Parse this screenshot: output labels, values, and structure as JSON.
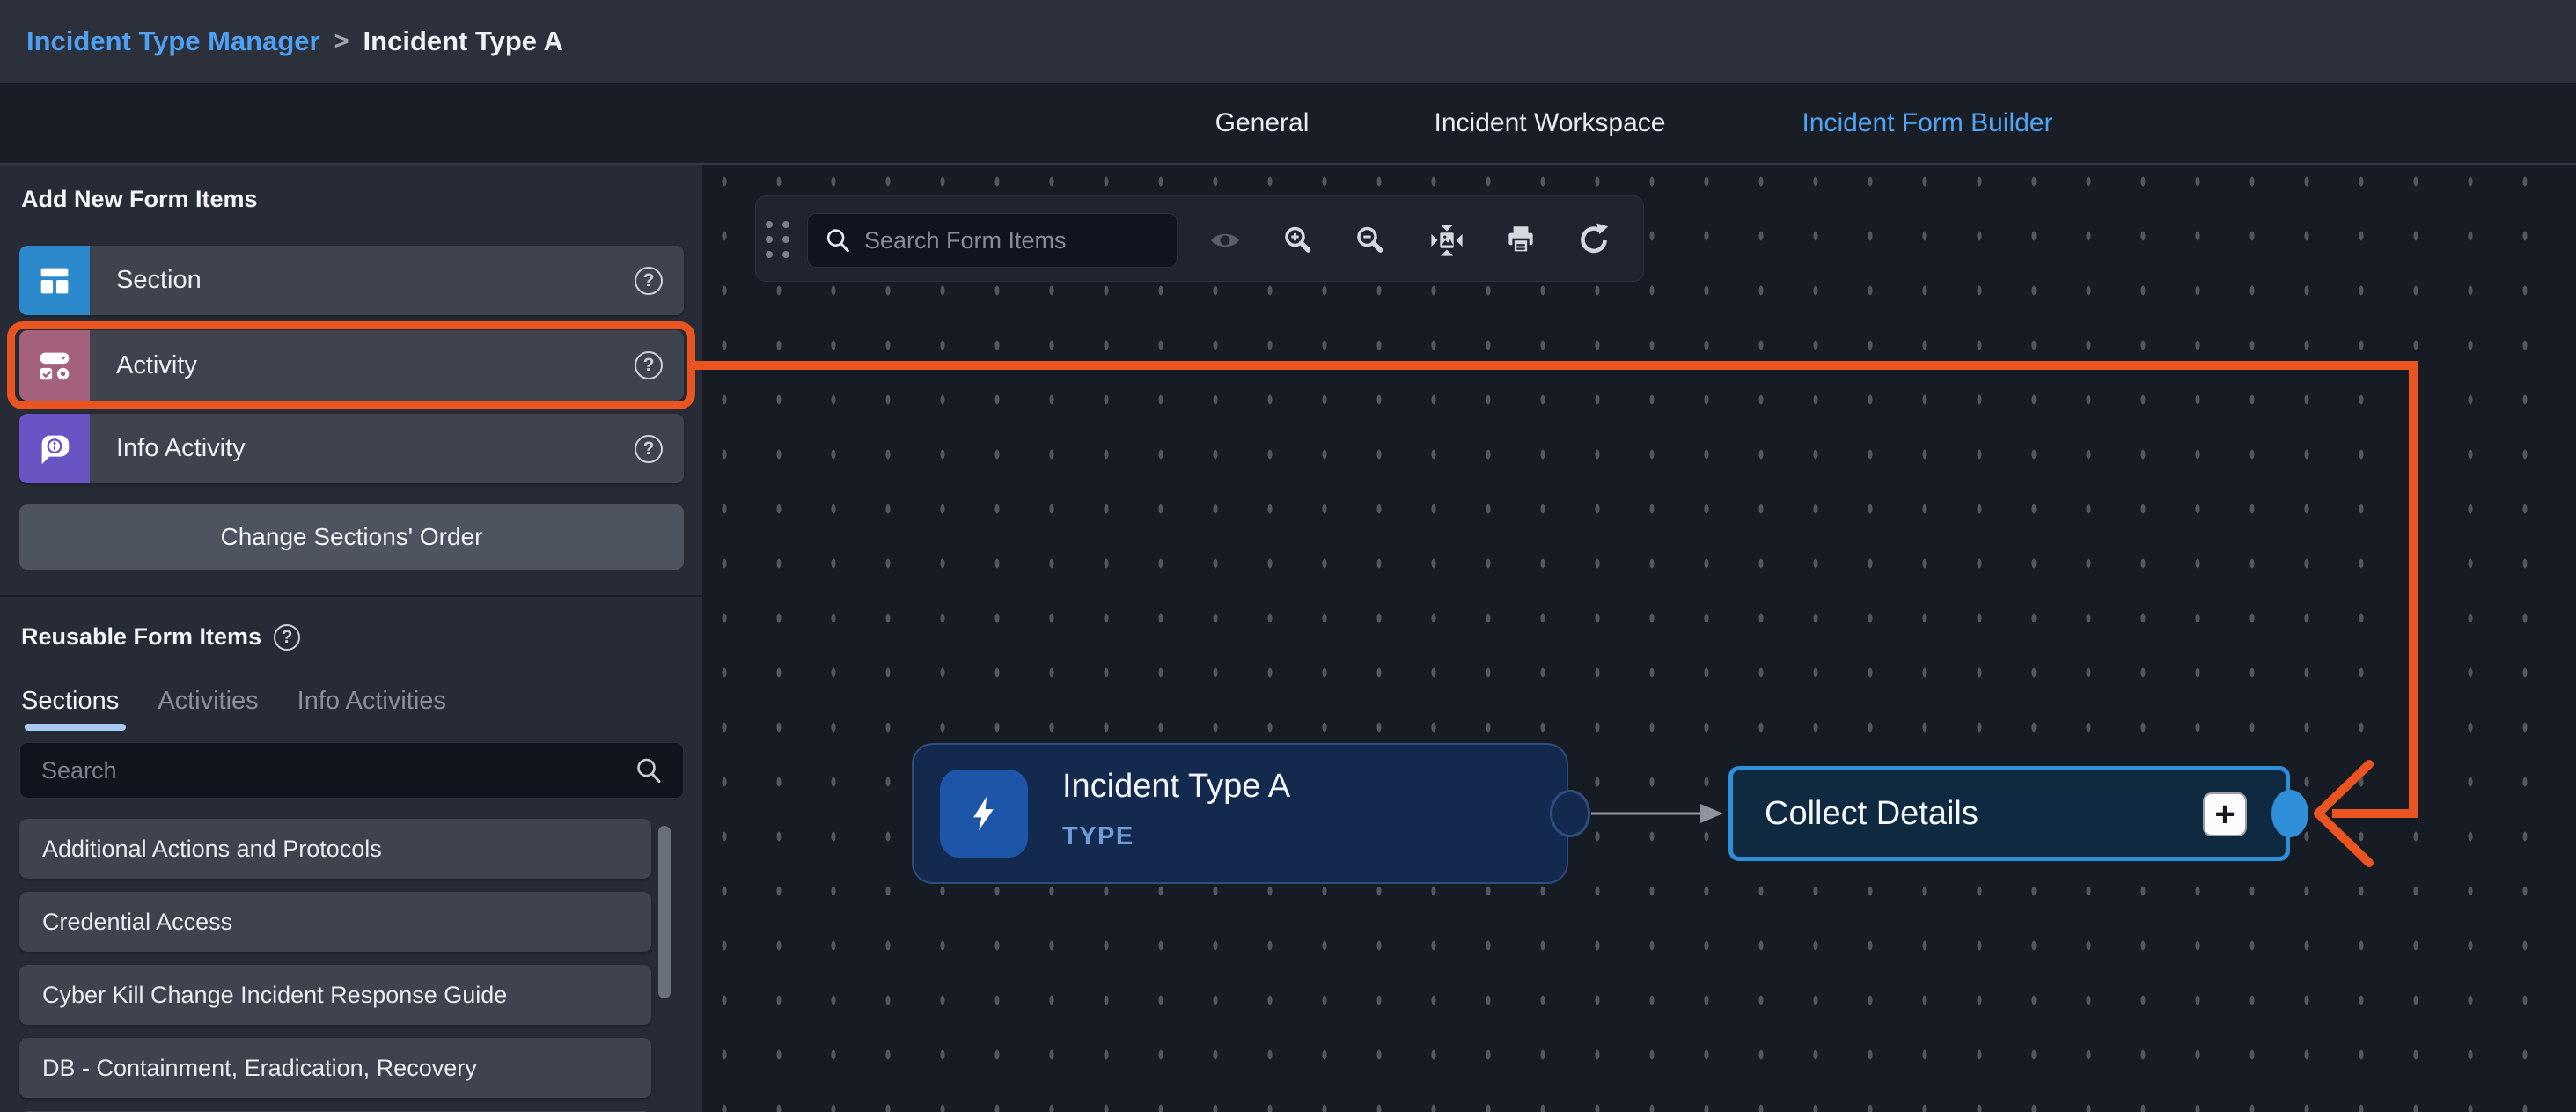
{
  "header": {
    "breadcrumb_root": "Incident Type Manager",
    "breadcrumb_separator": ">",
    "breadcrumb_current": "Incident Type A"
  },
  "tabs": {
    "general": "General",
    "workspace": "Incident Workspace",
    "form_builder": "Incident Form Builder",
    "active_tab": "Incident Form Builder"
  },
  "sidebar": {
    "add_heading": "Add New Form Items",
    "help_symbol": "?",
    "items": [
      {
        "label": "Section",
        "icon": "section-layout-icon",
        "color": "#2C89CC"
      },
      {
        "label": "Activity",
        "icon": "activity-form-icon",
        "color": "#A4617E",
        "highlighted": true
      },
      {
        "label": "Info Activity",
        "icon": "info-bubble-icon",
        "color": "#6A54C4"
      }
    ],
    "change_order_label": "Change Sections' Order",
    "reusable_heading": "Reusable Form Items",
    "tabs": [
      {
        "label": "Sections",
        "active": true
      },
      {
        "label": "Activities",
        "active": false
      },
      {
        "label": "Info Activities",
        "active": false
      }
    ],
    "search_placeholder": "Search",
    "list": [
      {
        "label": "Additional Actions and Protocols"
      },
      {
        "label": "Credential Access"
      },
      {
        "label": "Cyber Kill Change Incident Response Guide"
      },
      {
        "label": "DB - Containment, Eradication, Recovery"
      }
    ]
  },
  "canvas": {
    "toolbar": {
      "search_placeholder": "Search Form Items",
      "icons": [
        "drag-handle",
        "preview-eye",
        "zoom-in",
        "zoom-out",
        "fit-view",
        "print",
        "reset-view"
      ]
    },
    "nodes": {
      "type_node": {
        "title": "Incident Type A",
        "subtitle": "TYPE"
      },
      "section_node": {
        "title": "Collect Details",
        "add_button": "+"
      }
    }
  },
  "colors": {
    "accent_blue": "#4FA0F1",
    "tab_underline": "#A8CBF3",
    "annotation_orange": "#EA5420",
    "section_icon": "#2C89CC",
    "activity_icon": "#A4617E",
    "info_icon": "#6A54C4",
    "node_fill": "#132A4E",
    "node_port_blue": "#2F90D9"
  }
}
